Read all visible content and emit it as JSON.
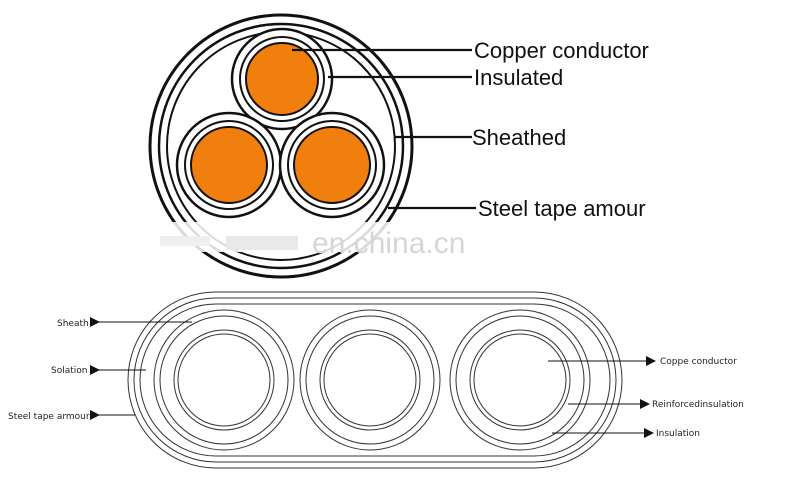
{
  "top_diagram": {
    "labels": {
      "copper_conductor": "Copper conductor",
      "insulated": "Insulated",
      "sheathed": "Sheathed",
      "steel_tape_armour": "Steel tape amour"
    },
    "conductor_color": "#f07f0e"
  },
  "watermark": "en.china.cn",
  "bottom_diagram": {
    "labels": {
      "sheath": "Sheath",
      "solation": "Solation",
      "steel_tape_armour": "Steel tape armour",
      "coppe_conductor": "Coppe conductor",
      "reinforced_insulation": "Reinforcedinsulation",
      "insulation": "Insulation"
    }
  }
}
